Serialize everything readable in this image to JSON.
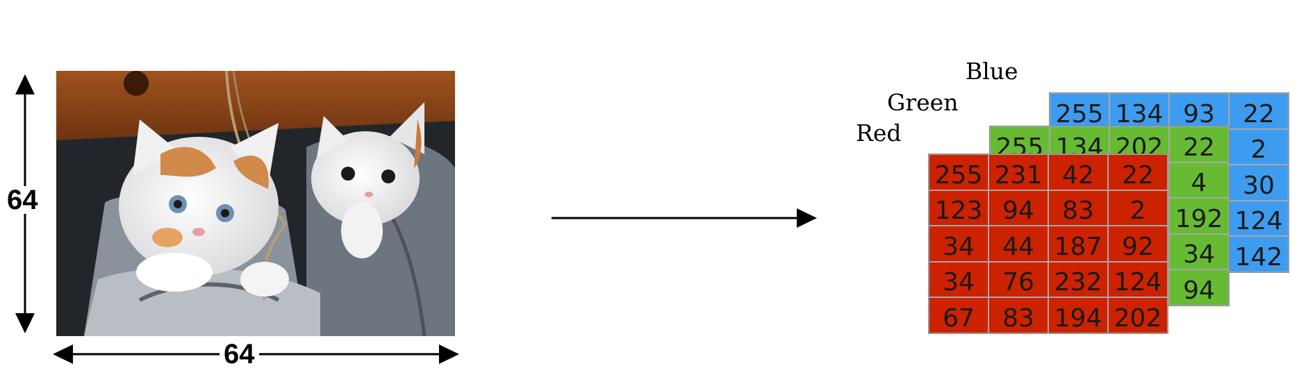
{
  "dimensions": {
    "height_label": "64",
    "width_label": "64"
  },
  "image": {
    "subject": "two-kittens-photo"
  },
  "channels": {
    "blue": {
      "label": "Blue",
      "color": "#3d9cf0",
      "rows": [
        [
          "255",
          "134",
          "93",
          "22"
        ],
        [
          "",
          "",
          "",
          "2"
        ],
        [
          "",
          "",
          "",
          "30"
        ],
        [
          "",
          "",
          "",
          "124"
        ],
        [
          "",
          "",
          "",
          "142"
        ]
      ]
    },
    "green": {
      "label": "Green",
      "color": "#66bb33",
      "rows": [
        [
          "255",
          "134",
          "202",
          "22"
        ],
        [
          "",
          "",
          "",
          "4"
        ],
        [
          "",
          "",
          "",
          "192"
        ],
        [
          "",
          "",
          "",
          "34"
        ],
        [
          "",
          "",
          "",
          "94"
        ]
      ]
    },
    "red": {
      "label": "Red",
      "color": "#cc2200",
      "rows": [
        [
          "255",
          "231",
          "42",
          "22"
        ],
        [
          "123",
          "94",
          "83",
          "2"
        ],
        [
          "34",
          "44",
          "187",
          "92"
        ],
        [
          "34",
          "76",
          "232",
          "124"
        ],
        [
          "67",
          "83",
          "194",
          "202"
        ]
      ]
    }
  },
  "icons": {
    "arrow": "right-arrow-icon"
  }
}
